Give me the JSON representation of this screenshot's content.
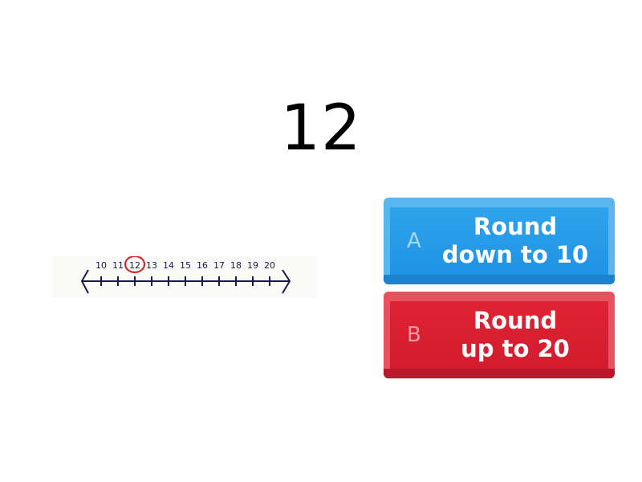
{
  "question": {
    "text": "12"
  },
  "number_line": {
    "labels": [
      "10",
      "11",
      "12",
      "13",
      "14",
      "15",
      "16",
      "17",
      "18",
      "19",
      "20"
    ],
    "highlighted": "12",
    "colors": {
      "line": "#1a1a4a",
      "highlight_circle": "#d62a2a",
      "background": "#fafbf8"
    }
  },
  "answers": [
    {
      "letter": "A",
      "line1": "Round",
      "line2": "down to 10",
      "color": "#2a9fe9"
    },
    {
      "letter": "B",
      "line1": "Round",
      "line2": "up to 20",
      "color": "#d9202f"
    }
  ]
}
